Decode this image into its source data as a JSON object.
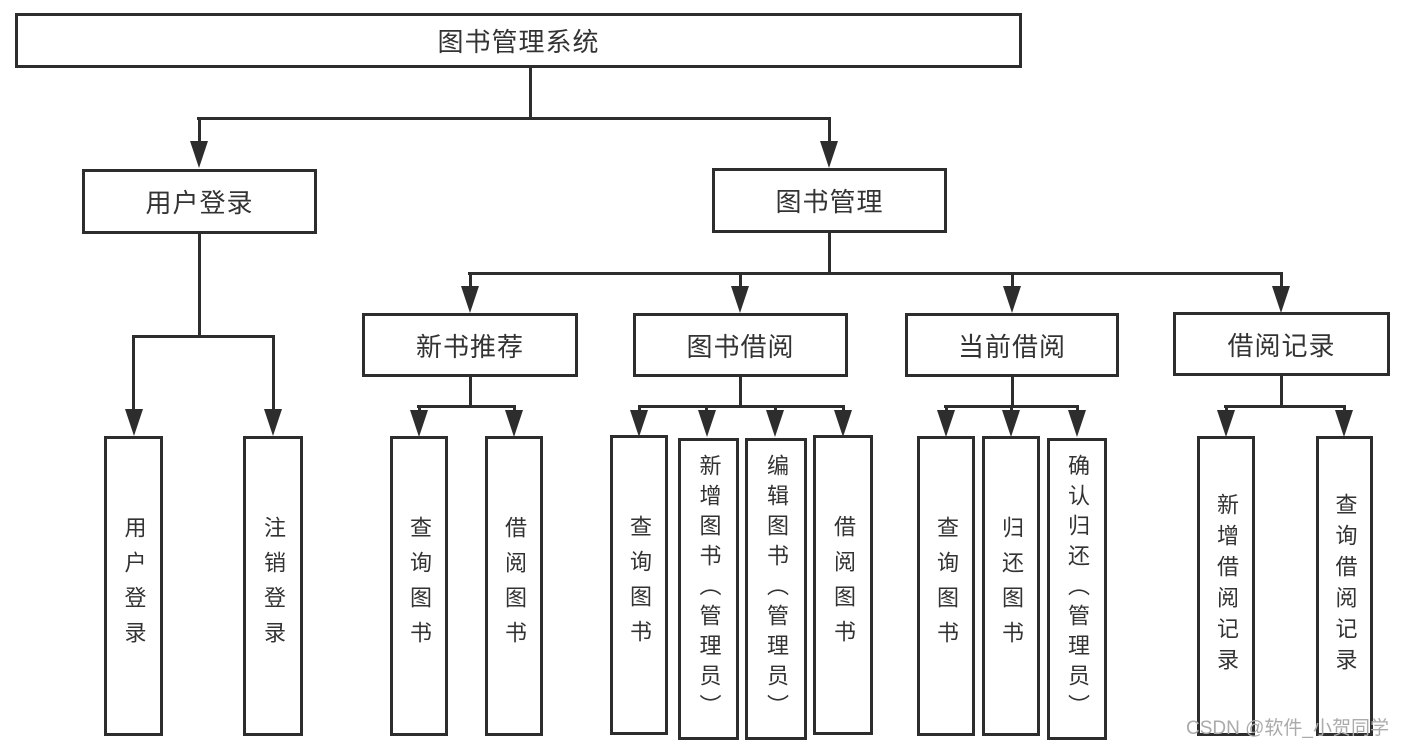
{
  "colors": {
    "line": "#2d2d2d",
    "text": "#333333",
    "watermark": "#ababab",
    "background": "#ffffff"
  },
  "watermark": {
    "text": "CSDN @软件_小贺同学"
  },
  "tree": {
    "root": {
      "label": "图书管理系统"
    },
    "level2": [
      {
        "label": "用户登录",
        "children": [
          {
            "label": "用户登录"
          },
          {
            "label": "注销登录"
          }
        ]
      },
      {
        "label": "图书管理",
        "children": [
          {
            "label": "新书推荐",
            "children": [
              {
                "label": "查询图书"
              },
              {
                "label": "借阅图书"
              }
            ]
          },
          {
            "label": "图书借阅",
            "children": [
              {
                "label": "查询图书"
              },
              {
                "label": "新增图书（管理员）"
              },
              {
                "label": "编辑图书（管理员）"
              },
              {
                "label": "借阅图书"
              }
            ]
          },
          {
            "label": "当前借阅",
            "children": [
              {
                "label": "查询图书"
              },
              {
                "label": "归还图书"
              },
              {
                "label": "确认归还（管理员）"
              }
            ]
          },
          {
            "label": "借阅记录",
            "children": [
              {
                "label": "新增借阅记录"
              },
              {
                "label": "查询借阅记录"
              }
            ]
          }
        ]
      }
    ]
  }
}
